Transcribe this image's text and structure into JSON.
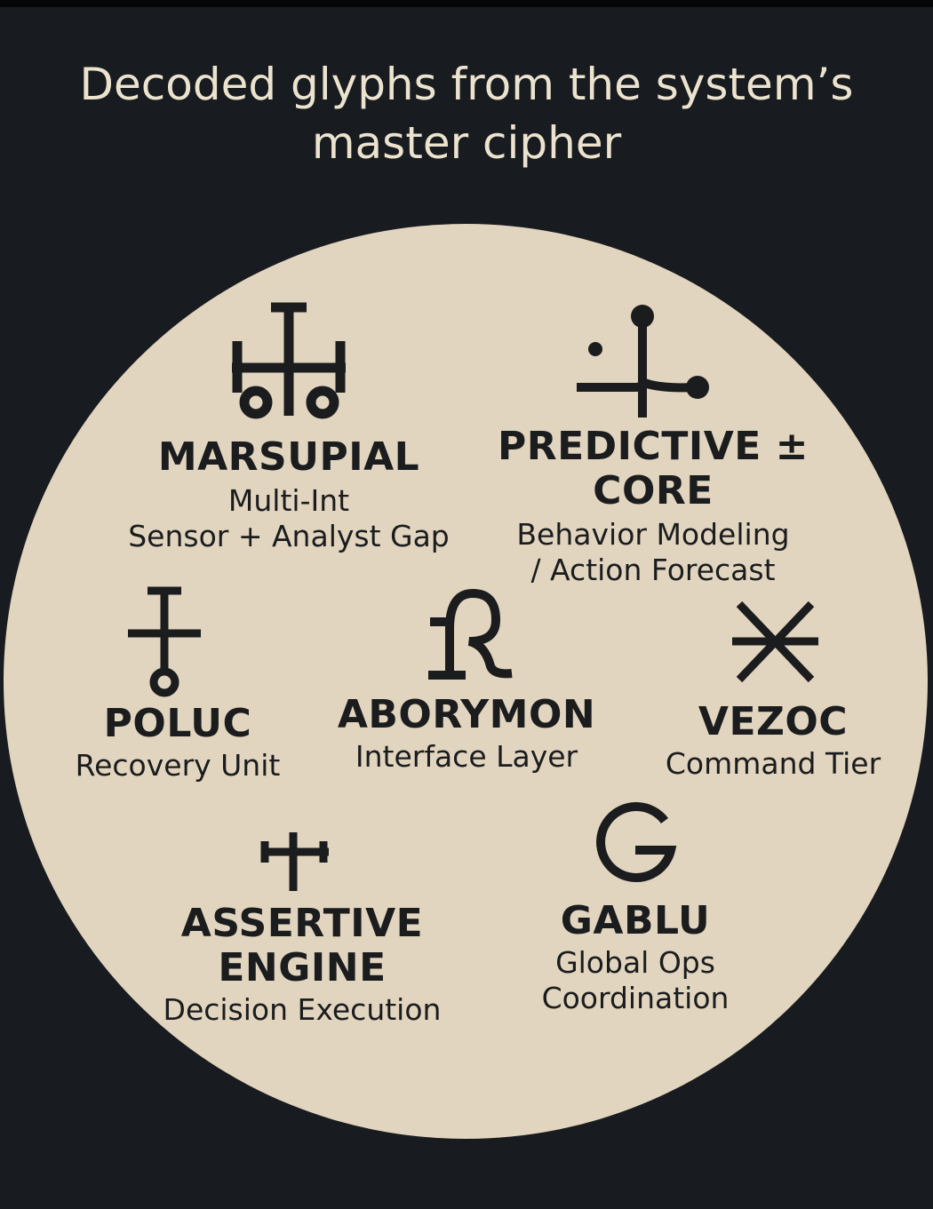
{
  "title": "Decoded glyphs from the system’s master cipher",
  "colors": {
    "background": "#181b1f",
    "circle": "#e2d5bf",
    "ink": "#1a1c1e",
    "title_text": "#ece3cf"
  },
  "glyphs": [
    {
      "id": "marsupial",
      "icon": "double-cross-rings-icon",
      "name": "MARSUPIAL",
      "desc1": "Multi-Int",
      "desc2": "Sensor + Analyst Gap"
    },
    {
      "id": "predictive",
      "icon": "node-branch-icon",
      "name1": "PREDICTIVE ±",
      "name2": "CORE",
      "desc1": "Behavior Modeling",
      "desc2": "/ Action Forecast"
    },
    {
      "id": "poluc",
      "icon": "cross-ring-icon",
      "name": "POLUC",
      "desc": "Recovery Unit"
    },
    {
      "id": "aborymon",
      "icon": "script-r-icon",
      "name": "ABORYMON",
      "desc": "Interface Layer"
    },
    {
      "id": "vezoc",
      "icon": "asterisk-star-icon",
      "name": "VEZOC",
      "desc": "Command Tier"
    },
    {
      "id": "assertive",
      "icon": "plus-cross-icon",
      "name1": "ASSERTIVE",
      "name2": "ENGINE",
      "desc": "Decision Execution"
    },
    {
      "id": "gablu",
      "icon": "g-spiral-icon",
      "name": "GABLU",
      "desc1": "Global Ops",
      "desc2": "Coordination"
    }
  ]
}
